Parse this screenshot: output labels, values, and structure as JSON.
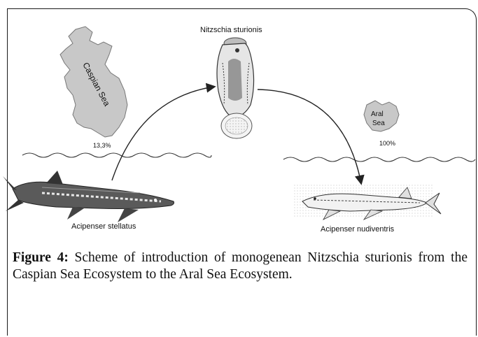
{
  "diagram": {
    "parasite_label": "Nitzschia sturionis",
    "source_sea": {
      "name_line1": "Caspian Sea",
      "percent": "13,3%"
    },
    "target_sea": {
      "name_line1": "Aral",
      "name_line2": "Sea",
      "percent": "100%"
    },
    "source_fish_label": "Acipenser stellatus",
    "target_fish_label": "Acipenser nudiventris",
    "colors": {
      "sea_fill": "#c8c8c8",
      "line": "#222222"
    }
  },
  "caption": {
    "figure_label": "Figure 4:",
    "text": " Scheme of introduction of monogenean Nitzschia sturionis from the Caspian Sea Ecosystem to the Aral Sea Ecosystem."
  }
}
